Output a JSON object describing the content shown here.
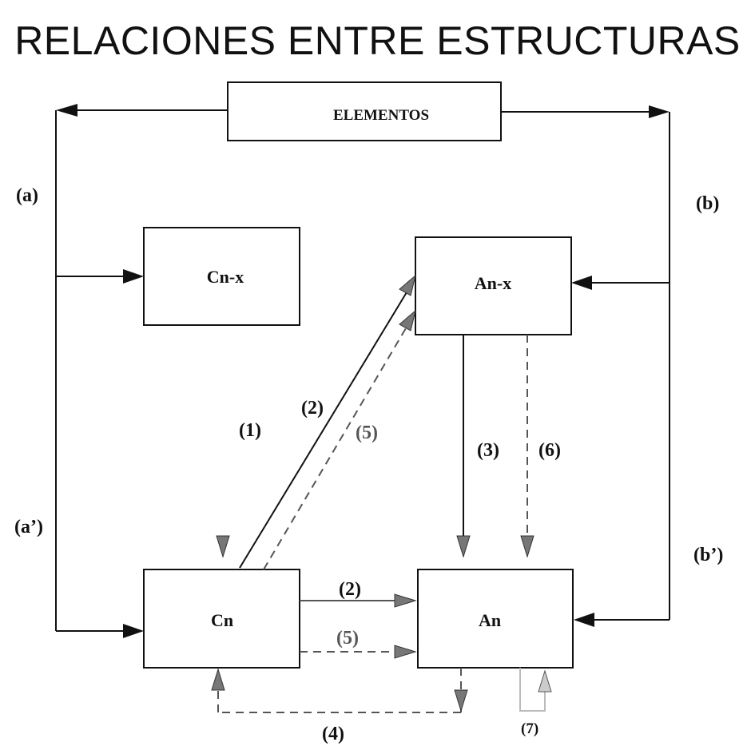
{
  "title": "RELACIONES ENTRE ESTRUCTURAS",
  "nodes": {
    "elementos": "ELEMENTOS",
    "cnx": "Cn-x",
    "anx": "An-x",
    "cn": "Cn",
    "an": "An"
  },
  "labels": {
    "a": "(a)",
    "a_prime": "(a’)",
    "b": "(b)",
    "b_prime": "(b’)",
    "r1": "(1)",
    "r2_diag": "(2)",
    "r5_diag": "(5)",
    "r3": "(3)",
    "r6": "(6)",
    "r2_horiz": "(2)",
    "r5_horiz": "(5)",
    "r4": "(4)",
    "r7": "(7)"
  },
  "colors": {
    "solid": "#111111",
    "dashed": "#555555",
    "self_loop": "#bbbbbb"
  }
}
